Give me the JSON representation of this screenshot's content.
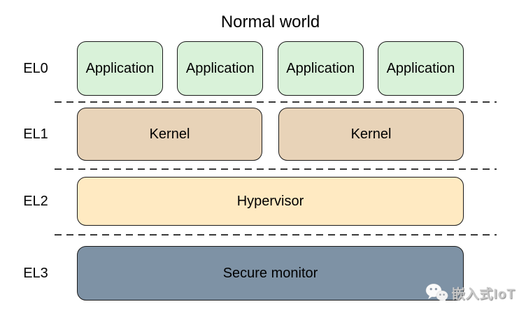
{
  "title": "Normal world",
  "levels": [
    {
      "label": "EL0",
      "boxes": [
        "Application",
        "Application",
        "Application",
        "Application"
      ]
    },
    {
      "label": "EL1",
      "boxes": [
        "Kernel",
        "Kernel"
      ]
    },
    {
      "label": "EL2",
      "boxes": [
        "Hypervisor"
      ]
    },
    {
      "label": "EL3",
      "boxes": [
        "Secure monitor"
      ]
    }
  ],
  "watermark": {
    "text": "嵌入式IoT",
    "icon": "wechat-icon"
  },
  "colors": {
    "app_fill": "#d9f2d9",
    "kernel_fill": "#e8d3b8",
    "hypervisor_fill": "#ffeac2",
    "monitor_fill": "#7e92a5",
    "box_border": "#1a1a1a",
    "separator": "#3a3a3a",
    "text": "#000000",
    "watermark_text": "#c9c9c9"
  }
}
